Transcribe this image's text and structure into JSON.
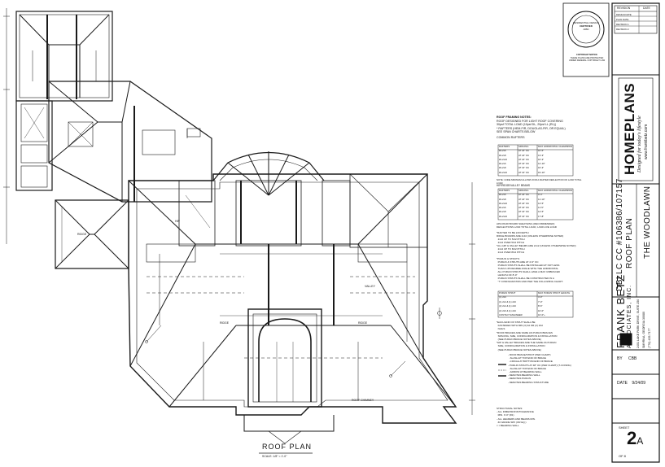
{
  "drawing": {
    "title": "ROOF PLAN",
    "scale": "SCALE: 1/8\" = 1'-0\""
  },
  "notes": {
    "framing_header": "ROOF FRAMING NOTES:",
    "lines": [
      "ROOF DESIGNED FOR LIGHT ROOF COVERING",
      "30psf TOTAL LOAD (10psf DL, 20psf LL (RL))",
      "* RAFTERS (HEM-FIR, DOUGLAS-FIR, OR EQUAL)",
      "  SEE SPAN CHARTS BELOW"
    ],
    "rafter_table_title": "COMMON RAFTERS",
    "rafter_headers": [
      "RAFTERS",
      "SPACING",
      "MAX HORIZONTAL CLEARSPAN"
    ],
    "rafter_rows": [
      [
        "#2-2x6",
        "AT 24\" OC",
        "10'-6\""
      ],
      [
        "#2-2x8",
        "AT 24\" OC",
        "13'-3\""
      ],
      [
        "#2-2x10",
        "AT 24\" OC",
        "16'-3\""
      ],
      [
        "#2-2x6",
        "AT 16\" OC",
        "12'-10\""
      ],
      [
        "#2-2x8",
        "AT 16\" OC",
        "16'-3\""
      ],
      [
        "#2-2x10",
        "AT 16\" OC",
        "19'-10\""
      ]
    ],
    "deflection_note": "NOTE: CODE MINIMUM ALLOWS FOR A RAFTER DEFLECTION OF L/240 TOTAL LOAD",
    "hip_table_title": "HIP/RIDGE/VALLEY BEAMS",
    "hip_headers": [
      "RAFTERS",
      "SPACING",
      "MAX HORIZONTAL CLEARSPAN"
    ],
    "hip_rows": [
      [
        "#2-2x6",
        "AT 24\" OC",
        "9'-4\""
      ],
      [
        "#2-2x8",
        "AT 24\" OC",
        "11'-10\""
      ],
      [
        "#2-2x10",
        "AT 24\" OC",
        "14'-5\""
      ],
      [
        "#2-2x6",
        "AT 16\" OC",
        "11'-5\""
      ],
      [
        "#2-2x8",
        "AT 16\" OC",
        "14'-5\""
      ],
      [
        "#2-2x10",
        "AT 16\" OC",
        "17'-8\""
      ]
    ],
    "apa_note": [
      "APA RIGID BOARD SHEATHING (RECOMMENDED)",
      "DEFLECTIONS L/240 TOTAL LOAD, L/240 LIVE LOAD"
    ],
    "fasten_notes": [
      "*RAFTER TO BE 2x8 DEPTH",
      "RIDGE BOARDS ARE 2x10 (UNLESS OTHERWISE NOTED)",
      "  2x10 UP TO 5/12 PITCH",
      "  2x12 OVER 5/12 PITCH",
      "*ALL HIP & VALLEY BEAMS ARE 2x12 (UNLESS OTHERWISE NOTED)",
      "  2x12 UP TO 8/12 PITCH",
      "  2x14 OVER 8/12 PITCH"
    ],
    "purlin_notes": [
      "*PURLIN & STRUTS:",
      "  PURLIN & STRUTS ARE AT 4'-0\" OC",
      "  PURLIN STRUTS SHALL BE INSTALLED AT NOT LESS",
      "  THAN A 45 DEGREE ANGLE WITH THE HORIZONTAL",
      "  ALL PURLIN STRUTS SHALL HAVE A MAX UNBRACED",
      "  LENGTH OF 8'-0\"",
      "  PURLIN STRUTS SHALL BE CONSTRUCTED IN A",
      "  'T' CONFIGURATION AND PER THE FOLLOWING CHART:"
    ],
    "purlin_headers": [
      "PURLIN STRUT",
      "MAX PURLIN STRUT LENGTH"
    ],
    "purlin_rows": [
      [
        "(1) 2x4",
        "4'-0\""
      ],
      [
        "(1) 2x4 & (1) 2x6",
        "7'-0\""
      ],
      [
        "(2) 2x4 & (1) 2x6",
        "8'-6\""
      ],
      [
        "(2) 2x6 & (1) 2x6",
        "10'-0\""
      ],
      [
        "CONTACT ENGINEER",
        "10'-0\"+"
      ]
    ],
    "strut_notes": [
      "*EACH END OF STRUT SHALL BE",
      "  FASTENED WITH MIN (3) 3d OR (2) 10d",
      "  NAILS",
      "*ROOF BRACES ARE SAME AS PURLIN BRACES",
      "  SPACING, SIZE, CONFIGURATION & INSTALLATION",
      "  (SEE PURLIN BRACE NOTES ABOVE)",
      "*HIP & VALLEY BRACES ARE THE SAME AS PURLIN",
      "  SIZE, CONFIGURATION & INSTALLATION",
      "  (SEE PURLIN BRACE NOTES ABOVE)"
    ],
    "legend": [
      "- ROOF BRACE/STRUT (PER CHART)",
      "  -SLASH AT TOP END OF BRACE",
      "  -CIRCLE AT BOTTOM END OF BRACE",
      "- PURLIN STRUTS AT 48\" OC (PER CHART) (T-CONFIG)",
      "  -SLASH AT TOP END OF BRACE",
      "  -ARROW AT BEARING WALL",
      "- DENOTES BEARING WALL",
      "- DENOTES PURLIN",
      "- DENOTES BEARING STRUCTURE"
    ],
    "structural_notes": [
      "STRUCTURAL NOTES:",
      "- ALL DIMENSIONS/TOLERANCE",
      "  MIN. 3'-0\" (R1)",
      "- ALL HEADERS AND BEAMS MIN.",
      "  #2 GRADE SPF (OR EQ.)",
      "= = BEARING WALL"
    ]
  },
  "title_block": {
    "revision_header": "REVISION",
    "revision_date_label": "DATE",
    "revision_rows": [
      "DESIGN DATE",
      "PLAN DATE",
      "REVISION 1",
      "REVISION 2"
    ],
    "company_name": "FRANK BETZ",
    "company_sub": "ASSOCIATES, INC.",
    "company_address": [
      "2401 LAKE PARK DRIVE, SUITE 250",
      "SMYRNA, GEORGIA 30080",
      "(770) 435-7177"
    ],
    "plan_line1": "DBLLC CC #106386/107157",
    "plan_line2": "ROOF PLAN",
    "plan_name": "THE WOODLAWN",
    "brand": "HOMEPLANS",
    "brand_sub": "Designed for today's lifestyle",
    "website": "www.frankbetz.com",
    "drawn_by_label": "BY",
    "drawn_by": "CBB",
    "date_label": "DATE",
    "date": "9/24/09",
    "sheet_label": "SHEET",
    "sheet_number": "2",
    "sheet_suffix": "A",
    "sheet_of": "OF 8"
  },
  "stamp": {
    "line1": "RESIDENTIAL DESIGN",
    "line2": "CERTIFIED",
    "line3": "AIBD",
    "copyright_lines": [
      "COPYRIGHT NOTICE",
      "THESE PLANS ARE PROTECTED",
      "UNDER FEDERAL COPYRIGHT LAW"
    ]
  },
  "plan_labels": [
    "ROOF CHIMNEY",
    "HIP",
    "VALLEY",
    "RIDGE",
    "RIDGE",
    "RIDGE"
  ]
}
